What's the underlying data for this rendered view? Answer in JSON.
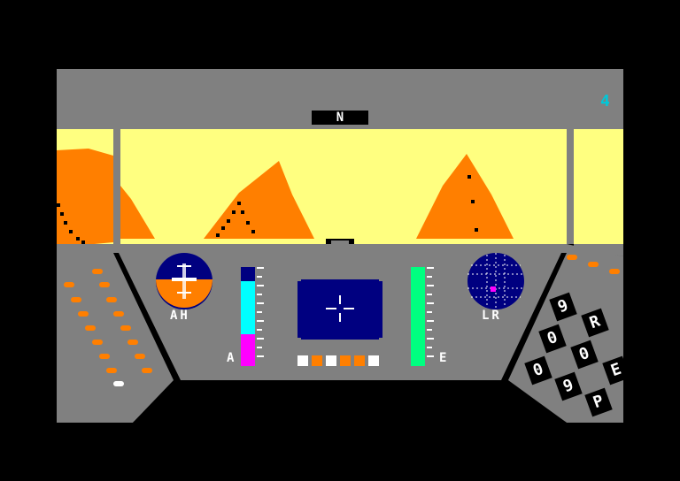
{
  "hud": {
    "compass_heading": "N",
    "score": "4"
  },
  "instruments": {
    "attitude_label": "AH",
    "radar_label": "LR",
    "altitude_label": "A",
    "energy_label": "E",
    "altitude_level": 0.5,
    "energy_level": 1.0
  },
  "indicator_lights": [
    "white",
    "orange",
    "white",
    "orange",
    "orange",
    "white"
  ],
  "keypad": {
    "keys": [
      "9",
      "R",
      "0",
      "0",
      "E",
      "0",
      "9",
      "P"
    ]
  },
  "colors": {
    "sky": "#ffff80",
    "mountain": "#ff7f00",
    "frame": "#808080",
    "screen": "#000080",
    "altitude_top": "#00ffff",
    "altitude_bottom": "#ff00ff",
    "energy": "#00ff80"
  }
}
